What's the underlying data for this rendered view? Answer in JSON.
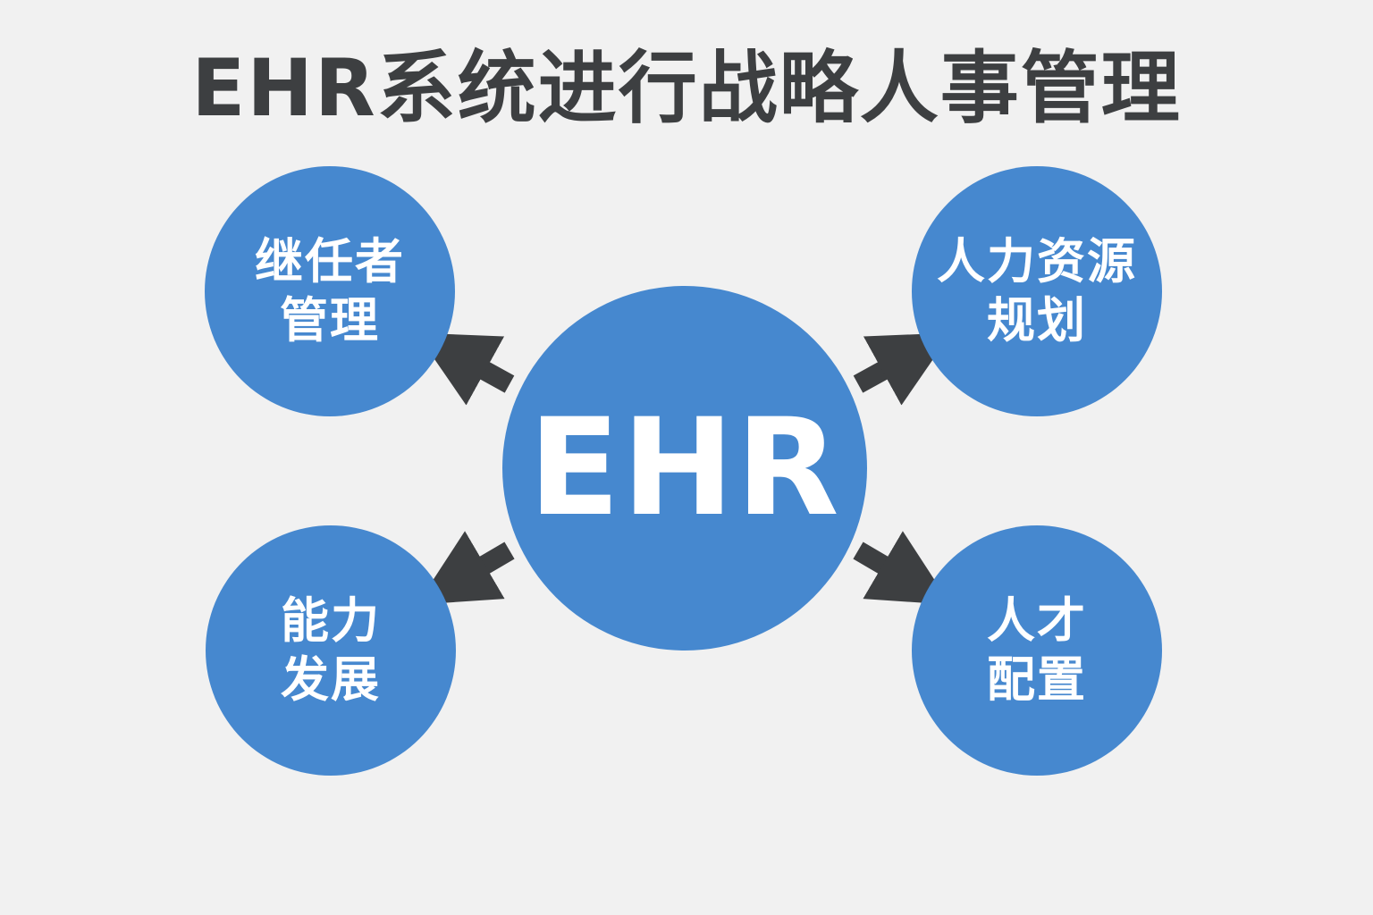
{
  "title": "EHR系统进行战略人事管理",
  "center": {
    "label": "EHR"
  },
  "nodes": [
    {
      "lines": [
        "继任者",
        "管理"
      ]
    },
    {
      "lines": [
        "人力资源",
        "规划"
      ]
    },
    {
      "lines": [
        "能力",
        "发展"
      ]
    },
    {
      "lines": [
        "人才",
        "配置"
      ]
    }
  ],
  "colors": {
    "node_fill": "#4688cf",
    "arrow": "#3d3f41",
    "title": "#3d3f41",
    "background": "#f1f1f1"
  }
}
